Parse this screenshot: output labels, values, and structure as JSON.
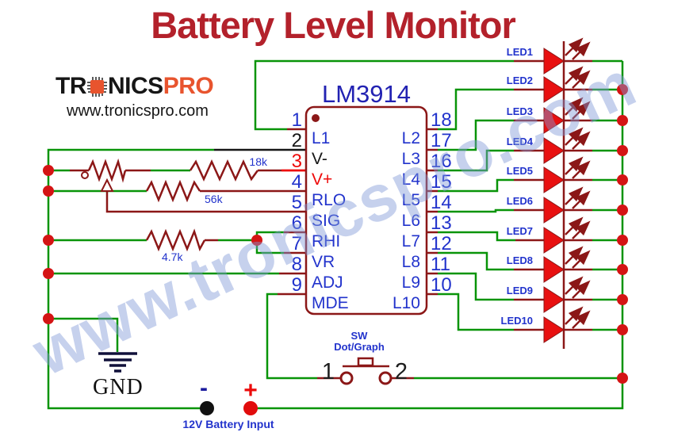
{
  "header": {
    "title": "Battery Level Monitor",
    "logo": {
      "part1": "TR",
      "part2": "NICS",
      "part3": "PRO",
      "website": "www.tronicspro.com"
    }
  },
  "watermark": "www.tronicspro.com",
  "ic": {
    "name": "LM3914",
    "left_pins": [
      {
        "num": "1",
        "label": "L1"
      },
      {
        "num": "2",
        "label": "V-"
      },
      {
        "num": "3",
        "label": "V+"
      },
      {
        "num": "4",
        "label": "RLO"
      },
      {
        "num": "5",
        "label": "SIG"
      },
      {
        "num": "6",
        "label": "RHI"
      },
      {
        "num": "7",
        "label": "VR"
      },
      {
        "num": "8",
        "label": "ADJ"
      },
      {
        "num": "9",
        "label": "MDE"
      }
    ],
    "right_pins": [
      {
        "num": "18",
        "label": "L2"
      },
      {
        "num": "17",
        "label": "L3"
      },
      {
        "num": "16",
        "label": "L4"
      },
      {
        "num": "15",
        "label": "L5"
      },
      {
        "num": "14",
        "label": "L6"
      },
      {
        "num": "13",
        "label": "L7"
      },
      {
        "num": "12",
        "label": "L8"
      },
      {
        "num": "11",
        "label": "L9"
      },
      {
        "num": "10",
        "label": "L10"
      }
    ]
  },
  "resistors": {
    "r1": "18k",
    "r2": "56k",
    "r3": "4.7k"
  },
  "leds": {
    "labels": [
      "LED1",
      "LED2",
      "LED3",
      "LED4",
      "LED5",
      "LED6",
      "LED7",
      "LED8",
      "LED9",
      "LED10"
    ]
  },
  "switch": {
    "name": "SW",
    "mode": "Dot/Graph",
    "t1": "1",
    "t2": "2"
  },
  "power": {
    "gnd": "GND",
    "neg": "-",
    "pos": "+",
    "battery": "12V Battery Input"
  },
  "colors": {
    "wire": "#089408",
    "component": "#8b1717",
    "junction": "#d41414",
    "led": "#e81010",
    "text_blue": "#2233cc",
    "navy": "#2222b2",
    "title": "#b3212b",
    "orange": "#e8542e"
  }
}
